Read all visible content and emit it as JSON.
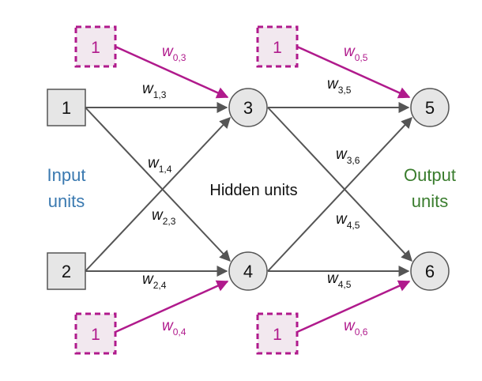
{
  "nodes": {
    "input_1": "1",
    "input_2": "2",
    "hidden_3": "3",
    "hidden_4": "4",
    "output_5": "5",
    "output_6": "6"
  },
  "biases": {
    "b3": "1",
    "b5": "1",
    "b4": "1",
    "b6": "1"
  },
  "weights": {
    "w13": {
      "base": "w",
      "sub": "1,3"
    },
    "w14": {
      "base": "w",
      "sub": "1,4"
    },
    "w23": {
      "base": "w",
      "sub": "2,3"
    },
    "w24": {
      "base": "w",
      "sub": "2,4"
    },
    "w35": {
      "base": "w",
      "sub": "3,5"
    },
    "w36": {
      "base": "w",
      "sub": "3,6"
    },
    "w45a": {
      "base": "w",
      "sub": "4,5"
    },
    "w45b": {
      "base": "w",
      "sub": "4,5"
    },
    "w03": {
      "base": "w",
      "sub": "0,3"
    },
    "w05": {
      "base": "w",
      "sub": "0,5"
    },
    "w04": {
      "base": "w",
      "sub": "0,4"
    },
    "w06": {
      "base": "w",
      "sub": "0,6"
    }
  },
  "labels": {
    "input_line1": "Input",
    "input_line2": "units",
    "hidden": "Hidden units",
    "output_line1": "Output",
    "output_line2": "units"
  },
  "colors": {
    "edge": "#555555",
    "bias": "#b01a8c",
    "input_label": "#3a79b0",
    "output_label": "#3a7d2e",
    "node_fill": "#e6e6e6"
  }
}
